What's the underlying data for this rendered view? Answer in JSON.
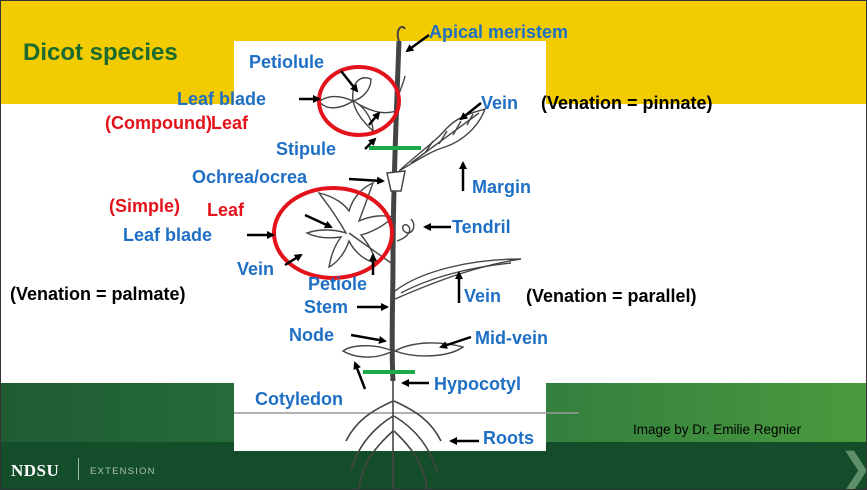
{
  "slide": {
    "title": "Dicot species",
    "credit": "Image by Dr. Emilie Regnier"
  },
  "labels": {
    "apical_meristem": "Apical meristem",
    "petiolule": "Petiolule",
    "compound_leaf_blade": "Leaf blade",
    "compound_prefix": "(Compound)",
    "compound_leaf": "Leaf",
    "stipule": "Stipule",
    "ochrea": "Ochrea/ocrea",
    "simple_prefix": "(Simple)",
    "simple_leaf": "Leaf",
    "simple_leaf_blade": "Leaf blade",
    "vein_palmate": "Vein",
    "petiole": "Petiole",
    "venation_palmate": "(Venation = palmate)",
    "stem": "Stem",
    "node": "Node",
    "cotyledon": "Cotyledon",
    "vein_pinnate": "Vein",
    "venation_pinnate": "(Venation = pinnate)",
    "margin": "Margin",
    "tendril": "Tendril",
    "vein_parallel": "Vein",
    "venation_parallel": "(Venation = parallel)",
    "mid_vein": "Mid-vein",
    "hypocotyl": "Hypocotyl",
    "roots": "Roots"
  },
  "footer": {
    "logo": "NDSU",
    "unit": "EXTENSION"
  },
  "colors": {
    "title_band": "#f2cb00",
    "title_text": "#1b6b2f",
    "label_blue": "#1f6fc4",
    "label_red": "#e3121b",
    "highlight_circle": "#e3121b",
    "marker_green": "#1aa84a",
    "footer_green": "#144d29"
  }
}
